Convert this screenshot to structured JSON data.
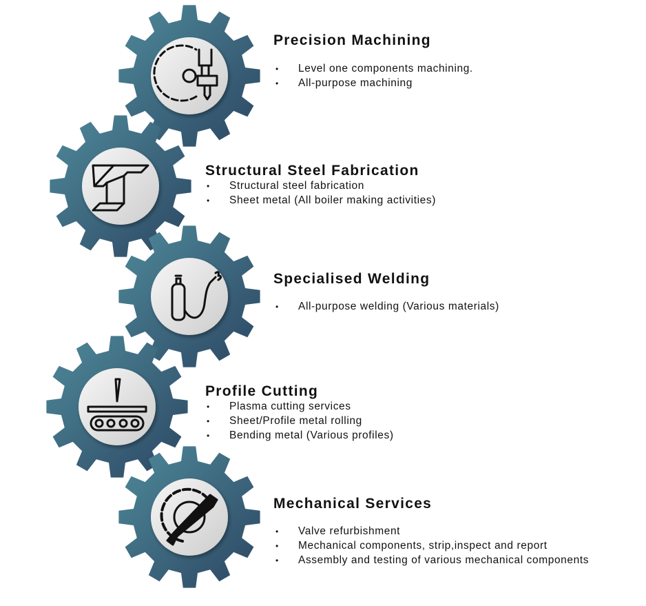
{
  "colors": {
    "gear_light": "#4f8a9b",
    "gear_dark": "#2c4662",
    "hub_light": "#f4f4f4",
    "hub_dark": "#cfcfcf",
    "icon": "#111111"
  },
  "services": [
    {
      "icon": "cnc-machining-icon",
      "title": "Precision Machining",
      "bullets": [
        "Level one components machining.",
        "All-purpose machining"
      ]
    },
    {
      "icon": "steel-beam-icon",
      "title": "Structural Steel Fabrication",
      "bullets": [
        "Structural steel fabrication",
        "Sheet metal (All boiler making activities)"
      ]
    },
    {
      "icon": "welding-torch-icon",
      "title": "Specialised Welding",
      "bullets": [
        "All-purpose welding (Various materials)"
      ]
    },
    {
      "icon": "plasma-cutting-icon",
      "title": "Profile Cutting",
      "bullets": [
        "Plasma cutting services",
        "Sheet/Profile metal rolling",
        "Bending metal (Various profiles)"
      ]
    },
    {
      "icon": "gear-wrench-icon",
      "title": "Mechanical Services",
      "bullets": [
        "Valve refurbishment",
        "Mechanical components, strip,inspect and report",
        "Assembly and testing of various mechanical components"
      ]
    }
  ]
}
